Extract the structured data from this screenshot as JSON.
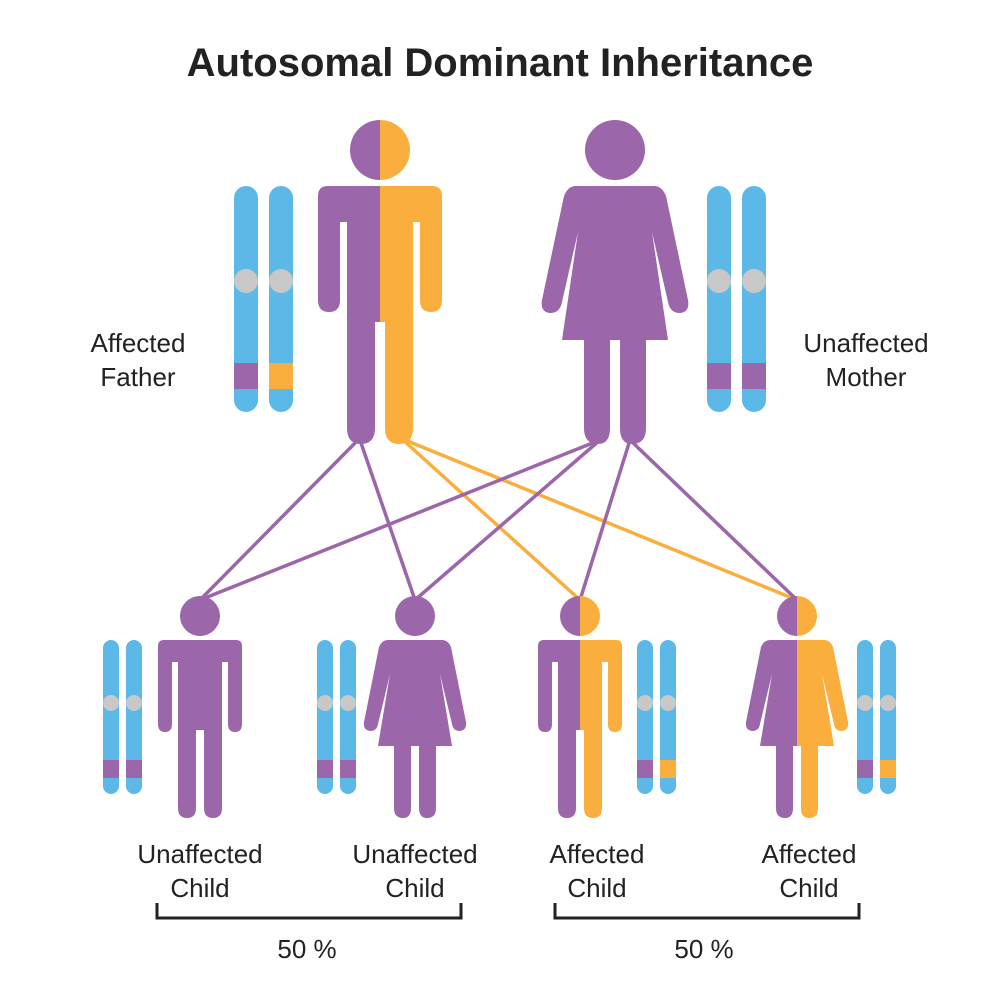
{
  "title": "Autosomal Dominant Inheritance",
  "colors": {
    "normal_allele": "#9b66aa",
    "affected_allele": "#f9ae3d",
    "chromosome": "#5cb8e6",
    "centromere": "#c8c8c8",
    "text": "#222222"
  },
  "parents": [
    {
      "label_line1": "Affected",
      "label_line2": "Father",
      "sex": "male",
      "affected": true
    },
    {
      "label_line1": "Unaffected",
      "label_line2": "Mother",
      "sex": "female",
      "affected": false
    }
  ],
  "children": [
    {
      "label_line1": "Unaffected",
      "label_line2": "Child",
      "sex": "male",
      "affected": false
    },
    {
      "label_line1": "Unaffected",
      "label_line2": "Child",
      "sex": "female",
      "affected": false
    },
    {
      "label_line1": "Affected",
      "label_line2": "Child",
      "sex": "male",
      "affected": true
    },
    {
      "label_line1": "Affected",
      "label_line2": "Child",
      "sex": "female",
      "affected": true
    }
  ],
  "groups": [
    {
      "percent": "50 %",
      "description": "unaffected children"
    },
    {
      "percent": "50 %",
      "description": "affected children"
    }
  ]
}
